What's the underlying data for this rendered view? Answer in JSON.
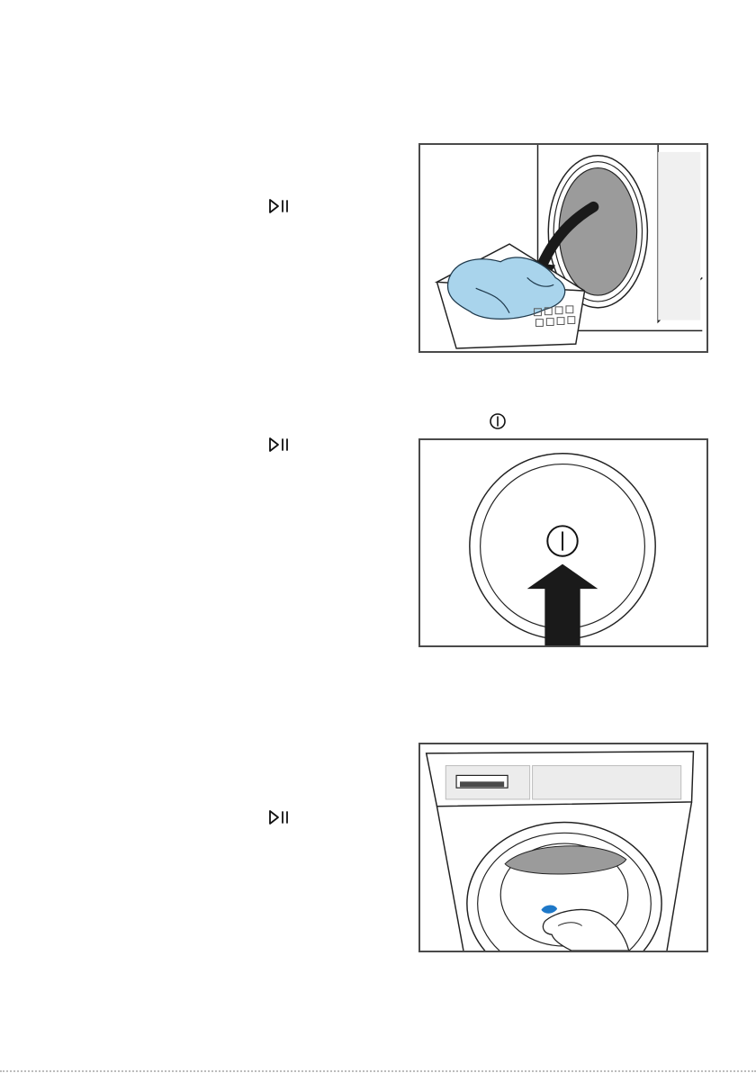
{
  "icons": {
    "start_pause": "start-pause-icon",
    "power": "power-icon"
  },
  "illustrations": [
    {
      "name": "load-laundry-illustration",
      "icon": "laundry-basket-into-drum"
    },
    {
      "name": "press-power-button-illustration",
      "icon": "power-button-press"
    },
    {
      "name": "open-door-illustration",
      "icon": "washer-door-open-hand"
    }
  ],
  "colors": {
    "frame_border": "#4a4a4a",
    "laundry_blue": "#a9d4ec",
    "drum_glass": "#9b9b9b",
    "arrow": "#1a1a1a",
    "accent_blue": "#1e78c8"
  }
}
